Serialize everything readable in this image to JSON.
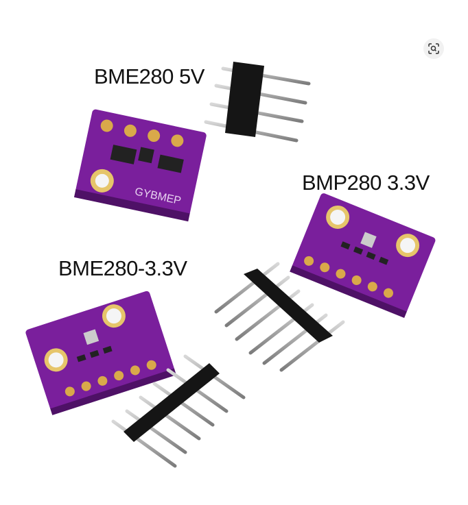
{
  "labels": {
    "bme280_5v": "BME280 5V",
    "bmp280_33v": "BMP280 3.3V",
    "bme280_33v": "BME280-3.3V",
    "board_silkscreen": "GYBMEP"
  },
  "icons": {
    "visual_search": "lens-search-icon"
  },
  "colors": {
    "board": "#7a1f9c",
    "pad": "#d9a94a",
    "header": "#151515",
    "pin": "#9a9a9a"
  }
}
